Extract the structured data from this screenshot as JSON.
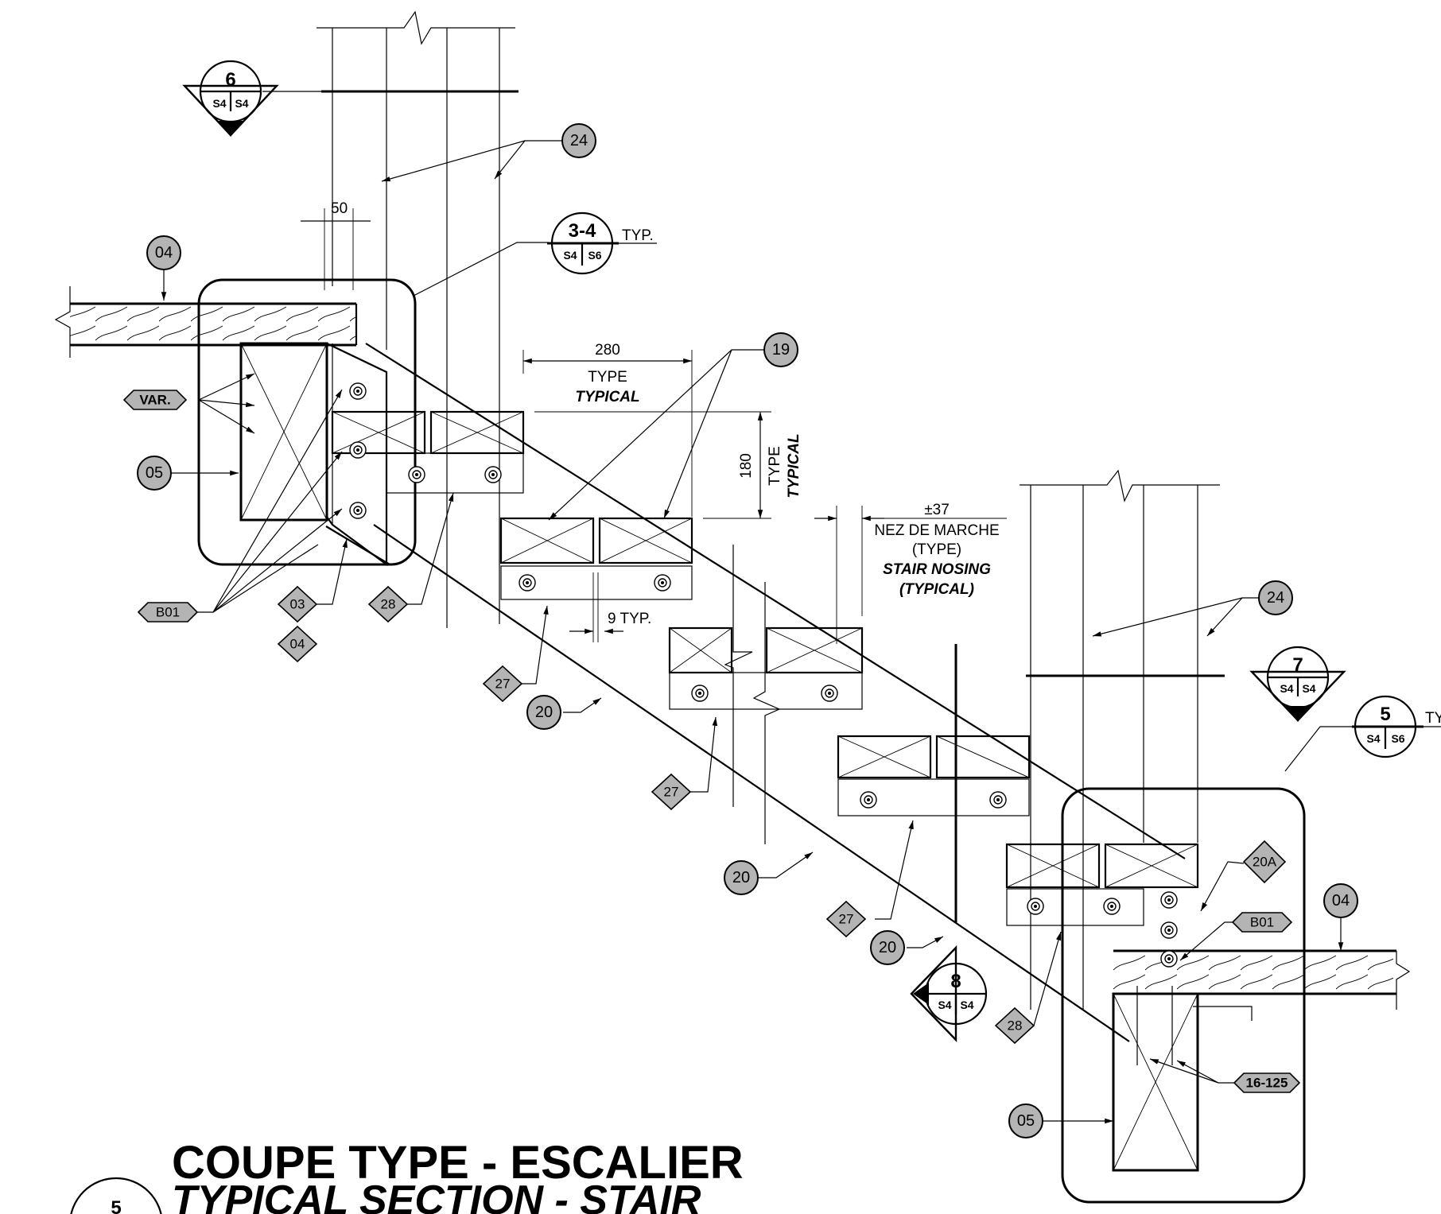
{
  "title": {
    "fr": "COUPE TYPE - ESCALIER",
    "en": "TYPICAL SECTION - STAIR",
    "detail_number": "5"
  },
  "dimensions": {
    "d50": "50",
    "tread_width": "280",
    "tread_type_fr": "TYPE",
    "tread_type_en": "TYPICAL",
    "riser_height": "180",
    "riser_type_fr": "TYPE",
    "riser_type_en": "TYPICAL",
    "gap": "9 TYP.",
    "nosing_value": "±37",
    "nosing_fr_1": "NEZ DE MARCHE",
    "nosing_fr_2": "(TYPE)",
    "nosing_en_1": "STAIR NOSING",
    "nosing_en_2": "(TYPICAL)"
  },
  "section_markers": {
    "m6": {
      "num": "6",
      "left": "S4",
      "right": "S4"
    },
    "m34": {
      "num": "3-4",
      "left": "S4",
      "right": "S6",
      "suffix": "TYP."
    },
    "m7": {
      "num": "7",
      "left": "S4",
      "right": "S4"
    },
    "m5": {
      "num": "5",
      "left": "S4",
      "right": "S6",
      "suffix": "TY"
    },
    "m8": {
      "num": "8",
      "left": "S4",
      "right": "S4"
    }
  },
  "tags": {
    "c04_top": "04",
    "c05_top": "05",
    "c24_top": "24",
    "c19": "19",
    "c20_a": "20",
    "c20_b": "20",
    "c20_c": "20",
    "c24_right": "24",
    "c04_right": "04",
    "c05_right": "05",
    "d03": "03",
    "d04": "04",
    "d28_a": "28",
    "d27_a": "27",
    "d27_b": "27",
    "d27_c": "27",
    "d28_b": "28",
    "d20A": "20A",
    "h_var": "VAR.",
    "h_b01_a": "B01",
    "h_b01_b": "B01",
    "h_16125": "16-125"
  }
}
